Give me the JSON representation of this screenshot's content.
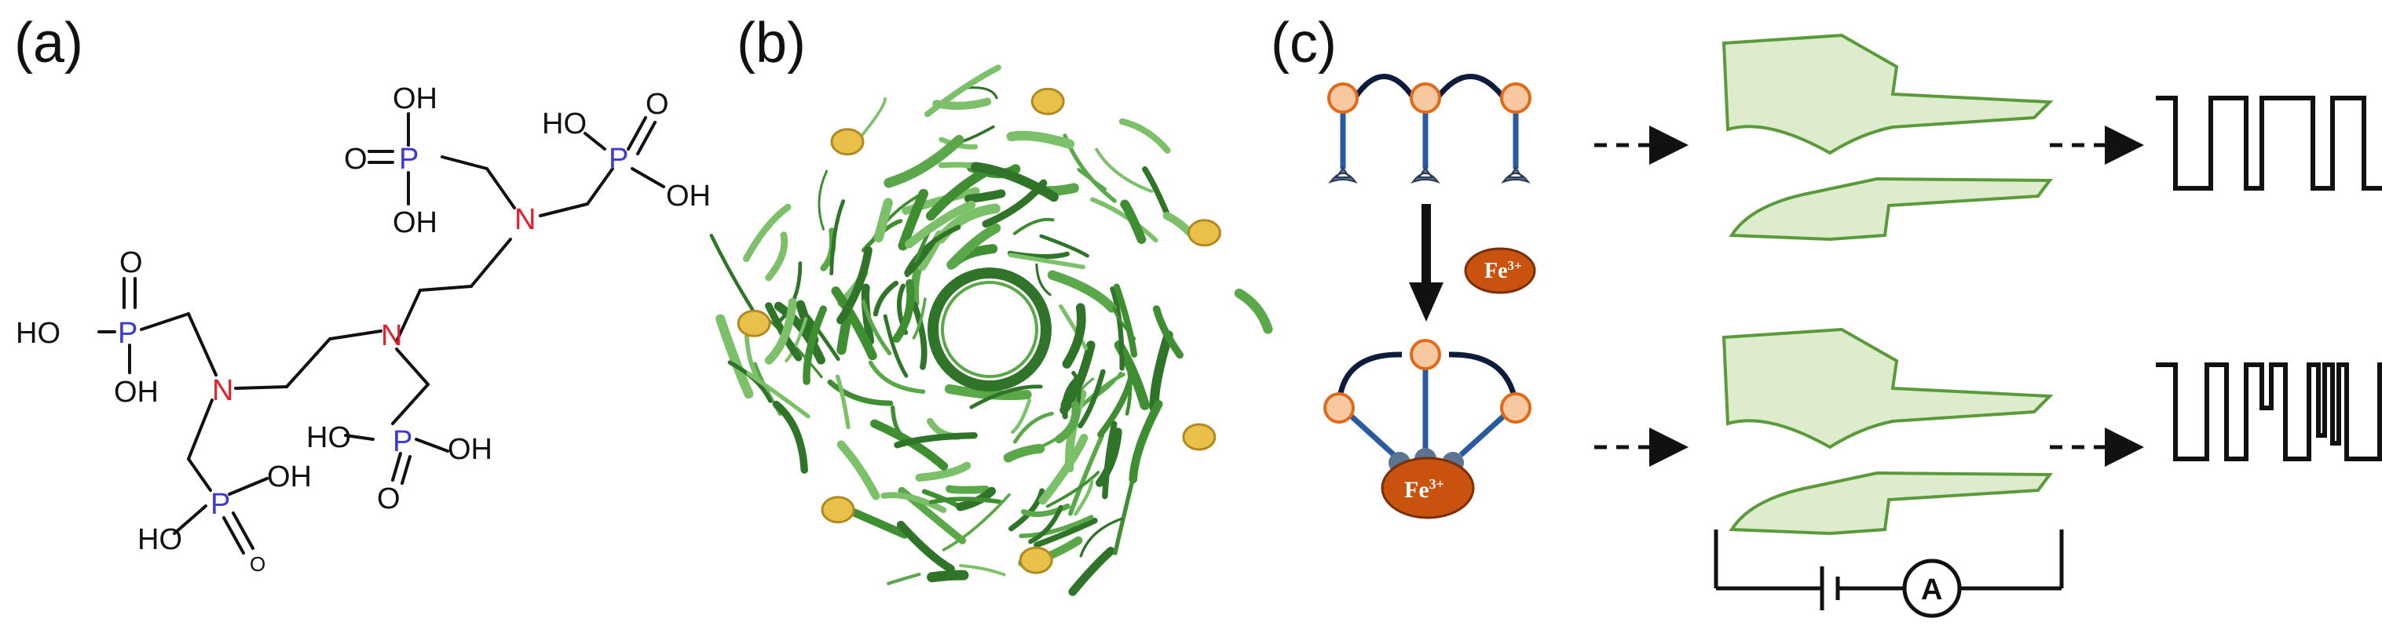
{
  "panels": {
    "a": {
      "label": "(a)"
    },
    "b": {
      "label": "(b)"
    },
    "c": {
      "label": "(c)"
    }
  },
  "molecule": {
    "nitrogen": "N",
    "phosphorus": "P",
    "oxygen": "O",
    "hydroxyl": "HO",
    "hydroxyl_right": "OH",
    "terminal_oxygen": "O"
  },
  "ion": {
    "label": "Fe",
    "charge": "3+"
  },
  "circuit": {
    "meter_label": "A"
  },
  "colors": {
    "nitrogen": "#e0202a",
    "phosphorus": "#3b3bd0",
    "protein": "#3f8f32",
    "ligand": "#e8c04a",
    "pore_fill": "#dceccc",
    "pore_stroke": "#5a9a3a",
    "iron": "#c8520e",
    "node": "#f8c9a0",
    "linker": "#2a5aa0",
    "backbone": "#0d1b3c"
  }
}
